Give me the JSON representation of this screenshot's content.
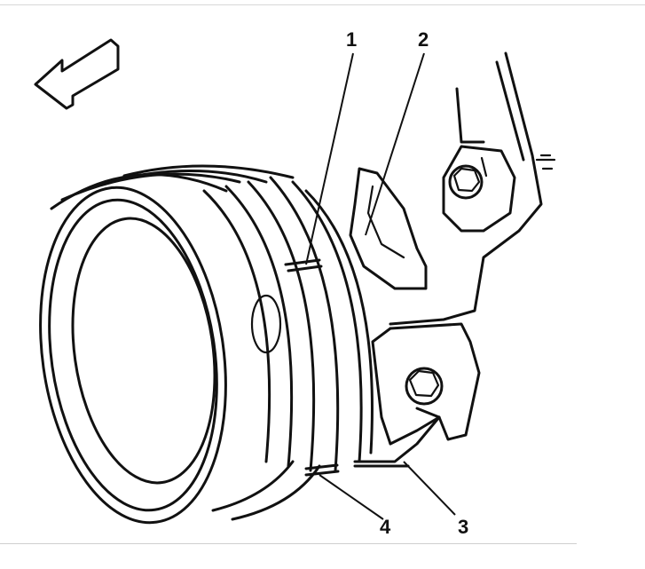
{
  "callouts": [
    {
      "id": "1",
      "label": "1"
    },
    {
      "id": "2",
      "label": "2"
    },
    {
      "id": "3",
      "label": "3"
    },
    {
      "id": "4",
      "label": "4"
    }
  ],
  "icons": {
    "direction_arrow": "front-direction-arrow-icon"
  },
  "colors": {
    "line": "#111111",
    "background": "#ffffff"
  }
}
